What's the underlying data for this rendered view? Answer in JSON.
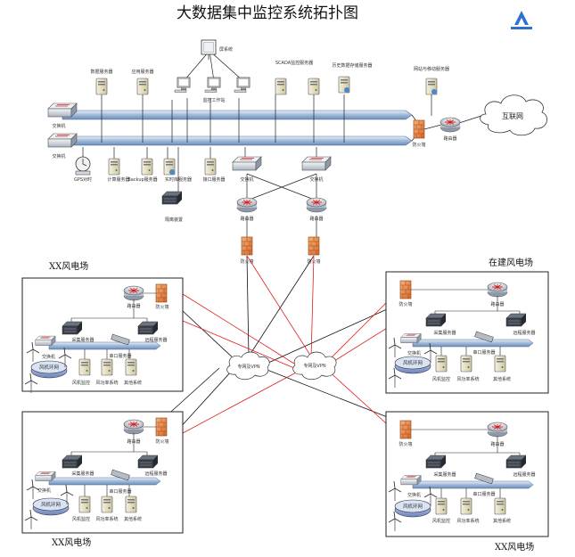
{
  "title": "大数据集中监控系统拓扑图",
  "center": {
    "data_server": "数据服务器",
    "app_server": "应用服务器",
    "screen_system": "屏系统",
    "workstations": "监控工作站",
    "scada_server": "SCADA监控服务器",
    "history_server": "历史数据存储服务器",
    "web_server": "网站与移动服务器",
    "internet": "互联网",
    "firewall": "防火墙",
    "router": "路由器",
    "switch_top": "交换机",
    "switch_bottom": "交换机",
    "gps": "GPS对时",
    "calc_server": "计算服务器",
    "backup_server": "Backup服务器",
    "realtime_server": "实时库服务器",
    "interface_server": "接口服务器",
    "isolation": "隔离装置",
    "switch_a": "交换机",
    "switch_b": "交换机",
    "router_a": "路由器",
    "router_b": "路由器",
    "firewall_a": "防火墙",
    "firewall_b": "防火墙"
  },
  "clouds": {
    "vpn_a": "专网及VPN",
    "vpn_b": "专网及VPN"
  },
  "farms": [
    {
      "name": "XX风电场",
      "router": "路由器",
      "firewall": "防火墙",
      "collect": "采集服务器",
      "forward": "远程服务器",
      "switch": "交换机",
      "hub": "串口服务器",
      "ring": "风机环网",
      "sys1": "风机监控",
      "sys2": "风功率系统",
      "sys3": "其他系统"
    },
    {
      "name": "在建风电场",
      "router": "路由器",
      "firewall": "防火墙",
      "collect": "采集服务器",
      "forward": "远程服务器",
      "switch": "交换机",
      "hub": "串口服务器",
      "ring": "风机环网",
      "sys1": "风机监控",
      "sys2": "风功率系统",
      "sys3": "其他系统"
    },
    {
      "name": "XX风电场",
      "router": "路由器",
      "firewall": "防火墙",
      "collect": "采集服务器",
      "forward": "远程服务器",
      "switch": "交换机",
      "hub": "串口服务器",
      "ring": "风机环网",
      "sys1": "风机监控",
      "sys2": "风功率系统",
      "sys3": "其他系统"
    },
    {
      "name": "XX风电场",
      "router": "路由器",
      "firewall": "防火墙",
      "collect": "采集服务器",
      "forward": "远程服务器",
      "switch": "交换机",
      "hub": "串口服务器",
      "ring": "风机环网",
      "sys1": "风机监控",
      "sys2": "风功率系统",
      "sys3": "其他系统"
    }
  ],
  "colors": {
    "bus": "#b8cde6",
    "link_red": "#e02020",
    "link_black": "#111111",
    "firewall": "#e88a3a",
    "router": "#d7dbe2"
  }
}
